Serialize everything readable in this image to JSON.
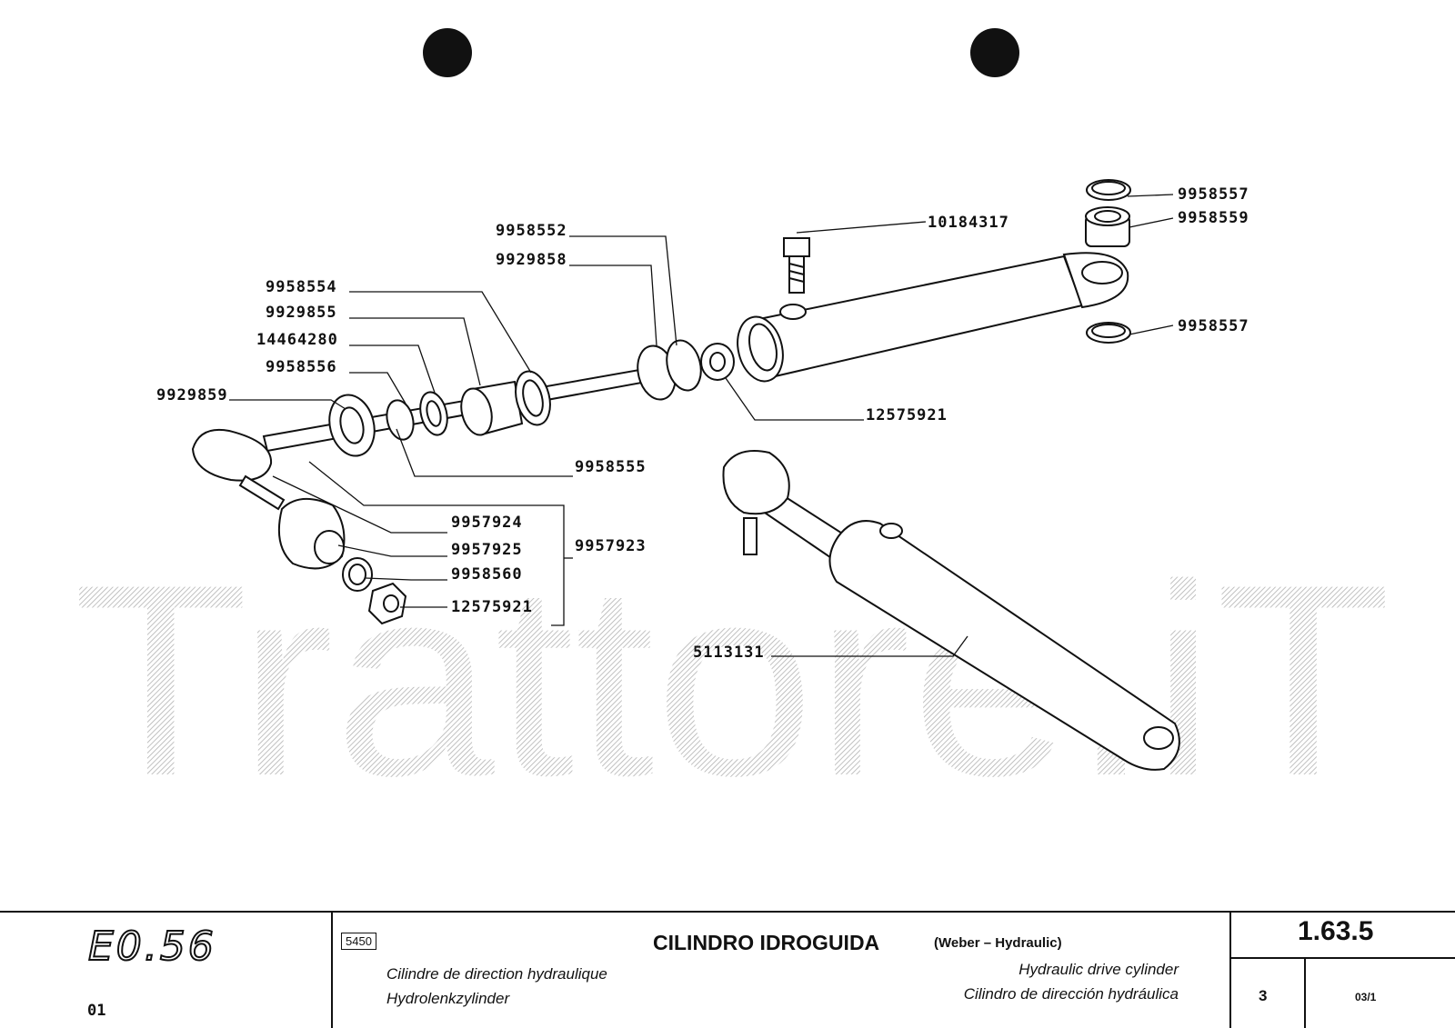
{
  "watermark": "Trattore.iT",
  "parts": [
    {
      "code": "9958557"
    },
    {
      "code": "9958559"
    },
    {
      "code": "9958557"
    },
    {
      "code": "10184317"
    },
    {
      "code": "9958552"
    },
    {
      "code": "9929858"
    },
    {
      "code": "9958554"
    },
    {
      "code": "9929855"
    },
    {
      "code": "14464280"
    },
    {
      "code": "9958556"
    },
    {
      "code": "9929859"
    },
    {
      "code": "12575921"
    },
    {
      "code": "9958555"
    },
    {
      "code": "9957924"
    },
    {
      "code": "9957925"
    },
    {
      "code": "9957923"
    },
    {
      "code": "9958560"
    },
    {
      "code": "12575921"
    },
    {
      "code": "5113131"
    }
  ],
  "title_block": {
    "model_code": "E0.56",
    "model_sub": "01",
    "group_code": "5450",
    "title": "CILINDRO IDROGUIDA",
    "title_note": "(Weber – Hydraulic)",
    "subtitle_fr": "Cilindre de direction hydraulique",
    "subtitle_de": "Hydrolenkzylinder",
    "subtitle_en": "Hydraulic drive cylinder",
    "subtitle_es": "Cilindro de dirección hydráulica",
    "page_number": "1.63.5",
    "sheet": "3",
    "date": "03/1"
  }
}
